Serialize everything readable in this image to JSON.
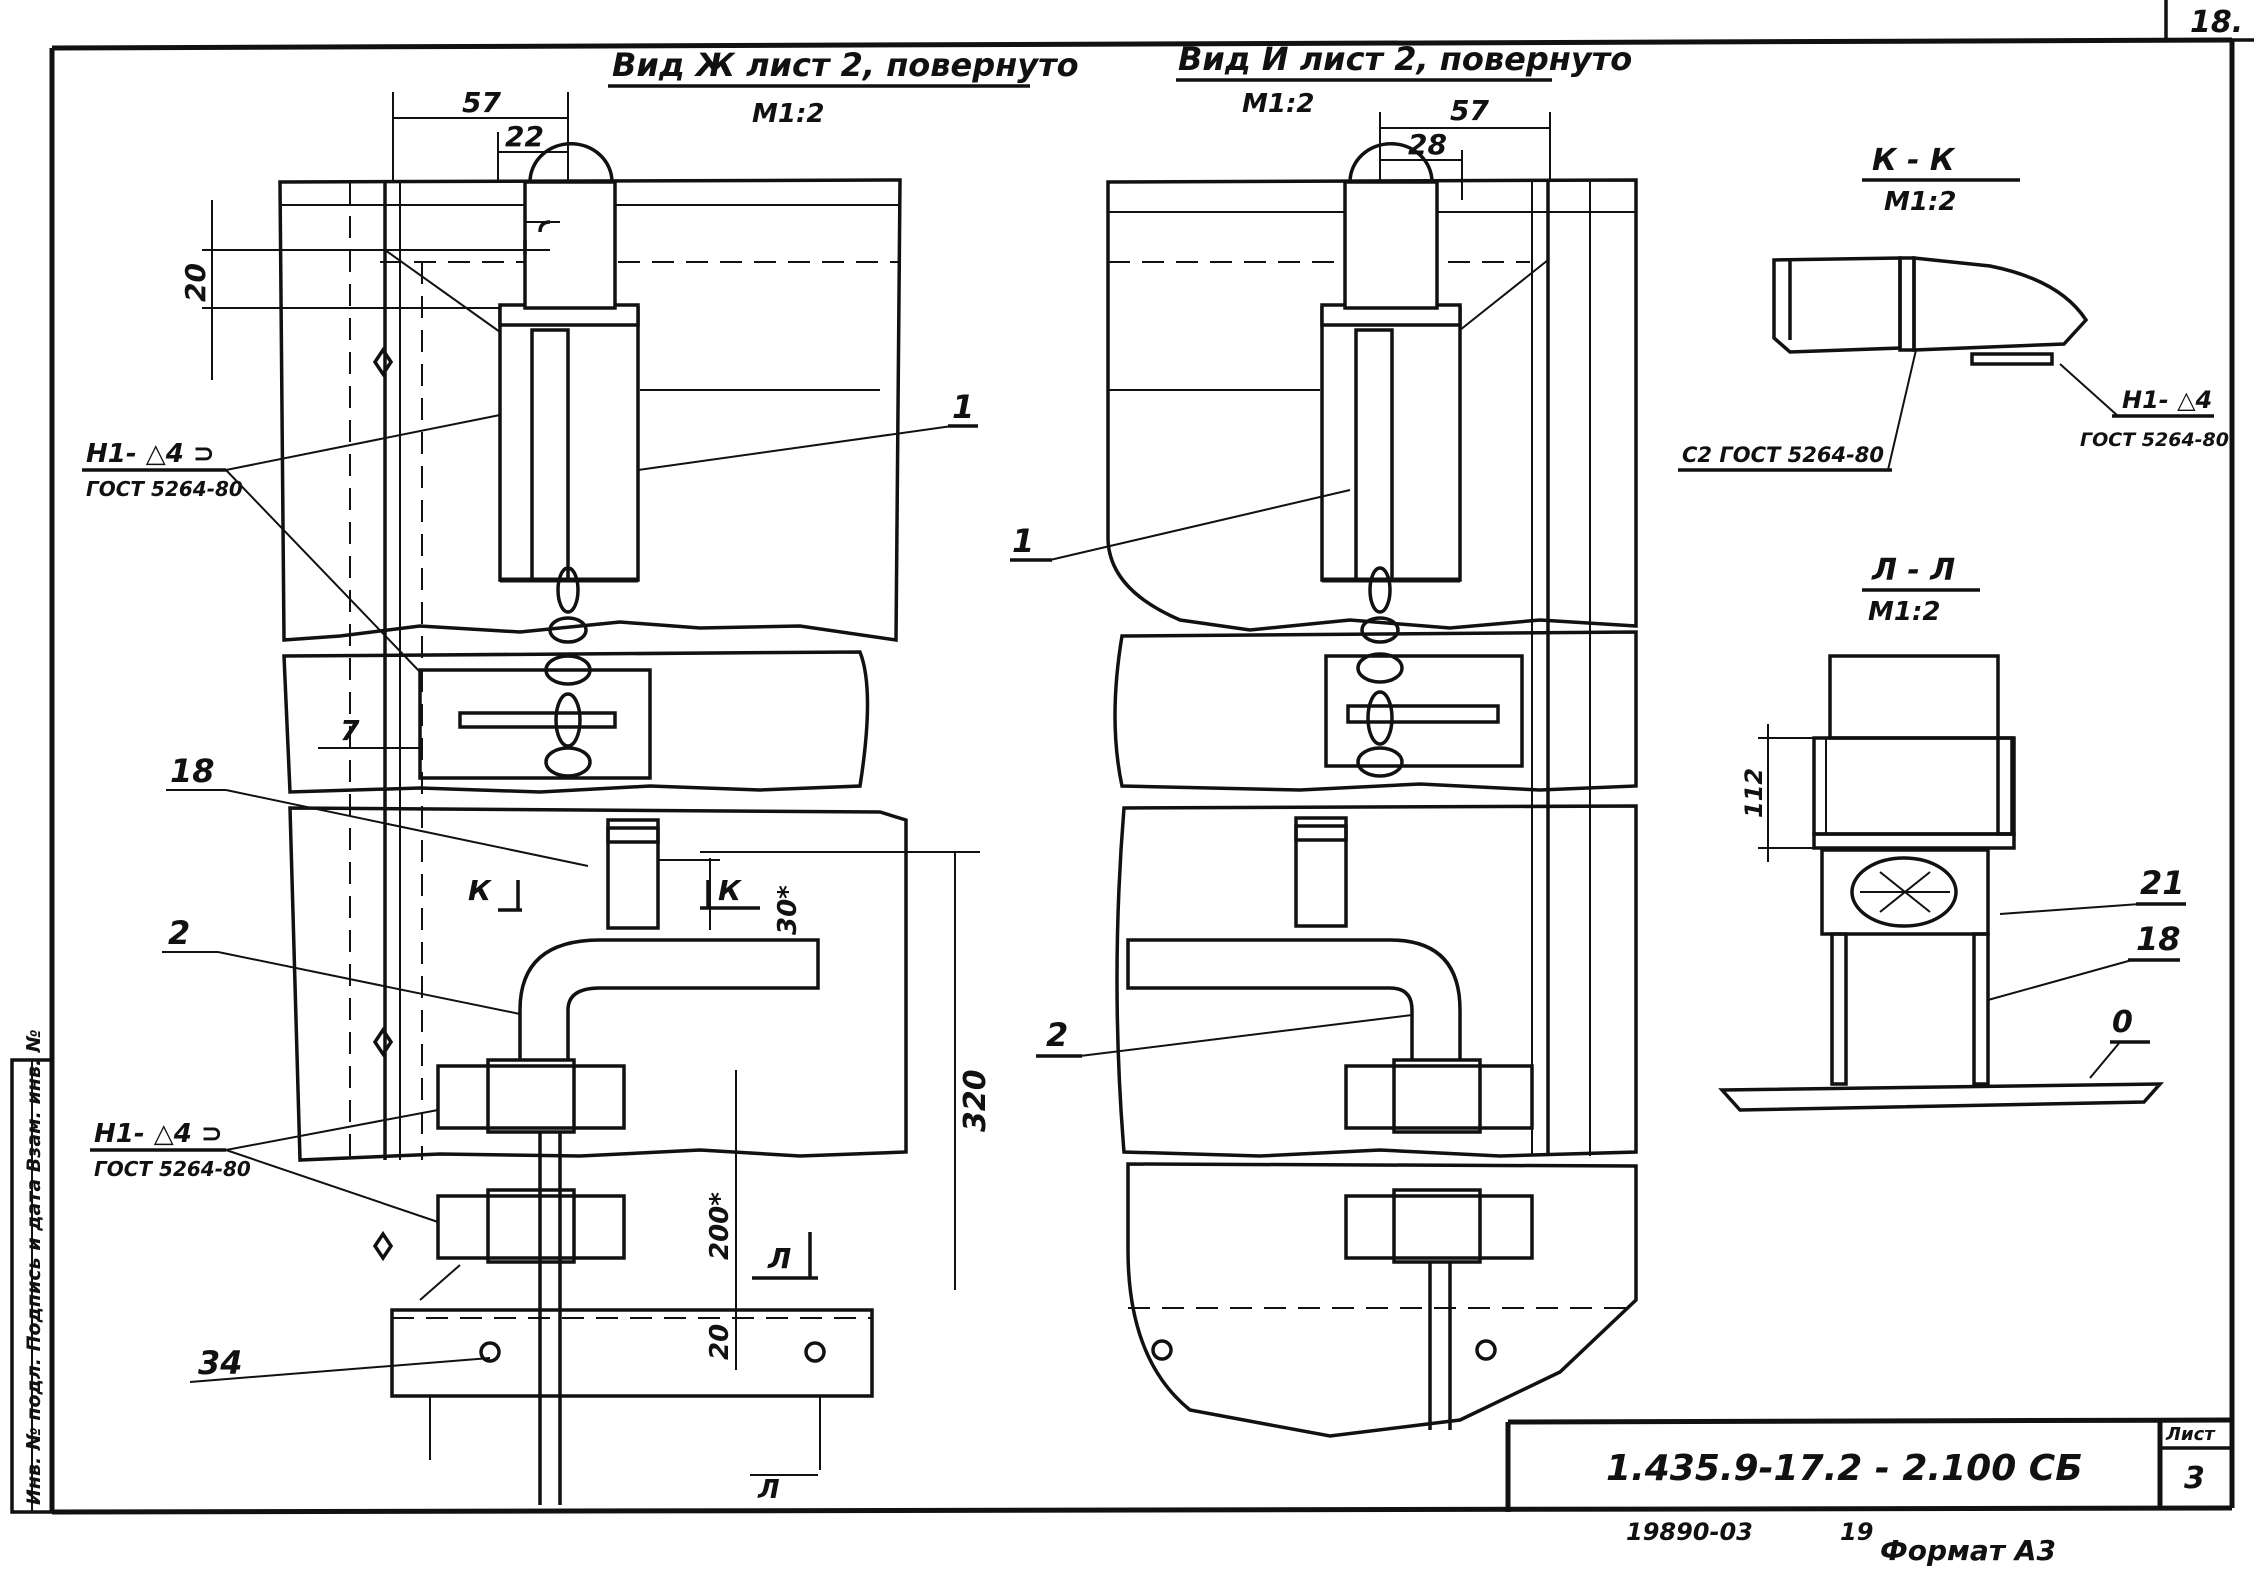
{
  "sheet_number": "18.",
  "views": {
    "zh": {
      "title": "Вид Ж лист 2, повернуто",
      "scale": "M1:2"
    },
    "i": {
      "title": "Вид И лист 2, повернуто",
      "scale": "M1:2"
    },
    "kk": {
      "title": "К - К",
      "scale": "M1:2"
    },
    "ll": {
      "title": "Л - Л",
      "scale": "M1:2"
    }
  },
  "dimensions": {
    "zh_57": "57",
    "zh_22": "22",
    "zh_20": "20",
    "zh_7": "7",
    "zh_30": "30*",
    "zh_320": "320",
    "zh_200": "200*",
    "zh_20b": "20",
    "i_57": "57",
    "i_28": "28",
    "ll_112": "112"
  },
  "weld_notes": {
    "left_top": {
      "symbol": "Н1- △4 ⊃",
      "std": "ГОСТ 5264-80"
    },
    "left_bottom": {
      "symbol": "Н1- △4 ⊃",
      "std": "ГОСТ 5264-80"
    },
    "kk_c2": {
      "std": "С2 ГОСТ 5264-80"
    },
    "kk_right": {
      "symbol": "Н1- △4",
      "std": "ГОСТ 5264-80"
    }
  },
  "callouts": {
    "zh_1": "1",
    "zh_18": "18",
    "zh_2": "2",
    "zh_34": "34",
    "i_1": "1",
    "i_2": "2",
    "ll_21": "21",
    "ll_18": "18",
    "ll_0": "0"
  },
  "section_marks": {
    "k_left": "К",
    "k_right": "К",
    "l_mid": "Л",
    "l_bottom": "Л"
  },
  "title_block": {
    "doc_number": "1.435.9-17.2 - 2.100 СБ",
    "sheet_label": "Лист",
    "sheet_value": "3"
  },
  "side_stamp": "Инв. № подл.  Подпись и дата  Взам. инв. №",
  "footer": {
    "code": "19890-03",
    "num": "19",
    "format": "Формат А3"
  }
}
